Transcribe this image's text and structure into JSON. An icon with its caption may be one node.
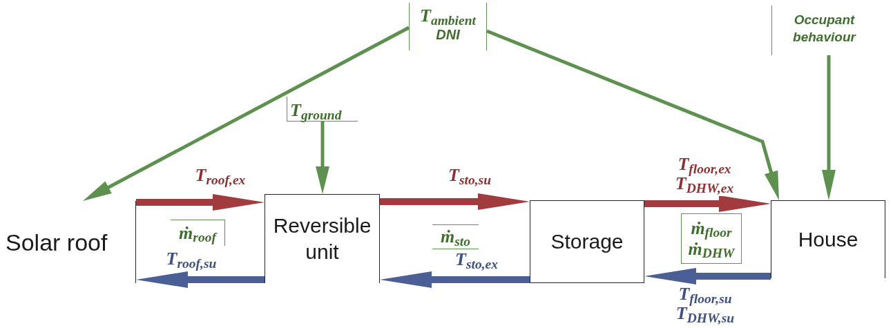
{
  "diagram": {
    "nodes": [
      {
        "text": [
          "T$_{ambient}$",
          "DNI"
        ]
      },
      {
        "text": [
          "Occupant behaviour"
        ]
      },
      {
        "text": [
          "T$_{ground}$"
        ]
      },
      {
        "text": [
          "Solar roof"
        ]
      },
      {
        "text": [
          "ṁ$_{roof}$"
        ]
      },
      {
        "text": [
          "Reversible unit"
        ]
      },
      {
        "text": [
          "ṁ$_{sto}$"
        ]
      },
      {
        "text": [
          "Storage"
        ]
      },
      {
        "text": [
          "ṁ$_{floor}$",
          "ṁ$_{DHW}$"
        ]
      },
      {
        "text": [
          "House"
        ]
      }
    ],
    "edges": [
      {
        "from": 0,
        "to": 3,
        "arrow": "to",
        "color": "#5e914f"
      },
      {
        "from": 0,
        "to": 9,
        "arrow": "to",
        "color": "#5e914f"
      },
      {
        "from": 2,
        "to": 5,
        "arrow": "to",
        "color": "#5e914f"
      },
      {
        "from": 1,
        "to": 9,
        "arrow": "to",
        "color": "#5e914f"
      },
      {
        "from": 3,
        "to": 5,
        "label": "T$_{roof,ex}$",
        "arrow": "to",
        "color": "#a23b3d"
      },
      {
        "from": 5,
        "to": 3,
        "label": "T$_{roof,su}$",
        "arrow": "to",
        "color": "#4b5f96"
      },
      {
        "from": 5,
        "to": 7,
        "label": "T$_{sto,su}$",
        "arrow": "to",
        "color": "#a23b3d"
      },
      {
        "from": 7,
        "to": 5,
        "label": "T$_{sto,ex}$",
        "arrow": "to",
        "color": "#4b5f96"
      },
      {
        "from": 7,
        "to": 9,
        "label": "T$_{floor,ex}$ T$_{DHW,ex}$",
        "arrow": "to",
        "color": "#a23b3d"
      },
      {
        "from": 9,
        "to": 7,
        "label": "T$_{floor,su}$ T$_{DHW,su}$",
        "arrow": "to",
        "color": "#4b5f96"
      }
    ]
  }
}
